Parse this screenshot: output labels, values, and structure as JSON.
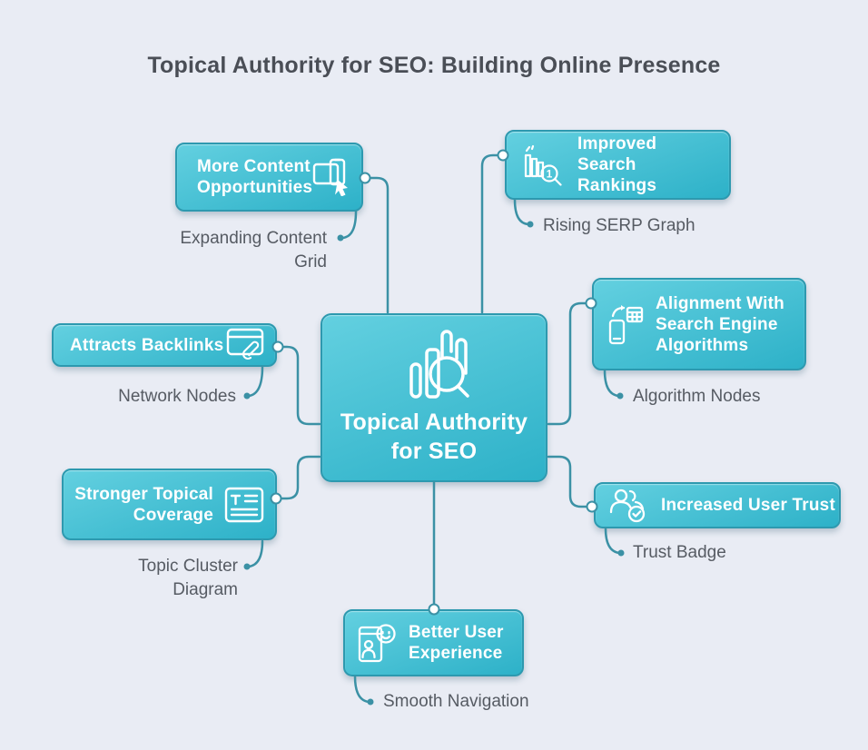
{
  "title": "Topical Authority for SEO: Building Online Presence",
  "center": {
    "label": "Topical Authority for SEO",
    "icon": "seo-search-analytics-icon"
  },
  "nodes": [
    {
      "id": "more-content",
      "label": "More Content Opportunities",
      "sublabel": "Expanding Content Grid",
      "icon": "devices-cursor-icon"
    },
    {
      "id": "improved-search",
      "label": "Improved Search Rankings",
      "sublabel": "Rising SERP Graph",
      "icon": "ranking-chart-magnifier-icon"
    },
    {
      "id": "attracts-backlinks",
      "label": "Attracts Backlinks",
      "sublabel": "Network Nodes",
      "icon": "browser-paperclip-icon"
    },
    {
      "id": "alignment",
      "label": "Alignment With Search Engine Algorithms",
      "sublabel": "Algorithm Nodes",
      "icon": "phone-sync-grid-icon"
    },
    {
      "id": "stronger-topical",
      "label": "Stronger Topical Coverage",
      "sublabel": "Topic Cluster Diagram",
      "icon": "document-text-icon"
    },
    {
      "id": "increased-trust",
      "label": "Increased User Trust",
      "sublabel": "Trust Badge",
      "icon": "users-check-icon"
    },
    {
      "id": "better-ux",
      "label": "Better User Experience",
      "sublabel": "Smooth Navigation",
      "icon": "user-smile-browser-icon"
    }
  ],
  "colors": {
    "background": "#e9ecf4",
    "node_gradient_top": "#63d0e0",
    "node_gradient_bottom": "#2db1c8",
    "node_border": "#2d99af",
    "connector": "#3b91a5",
    "title_text": "#4a4e56",
    "sublabel_text": "#565b63",
    "node_text": "#ffffff"
  }
}
